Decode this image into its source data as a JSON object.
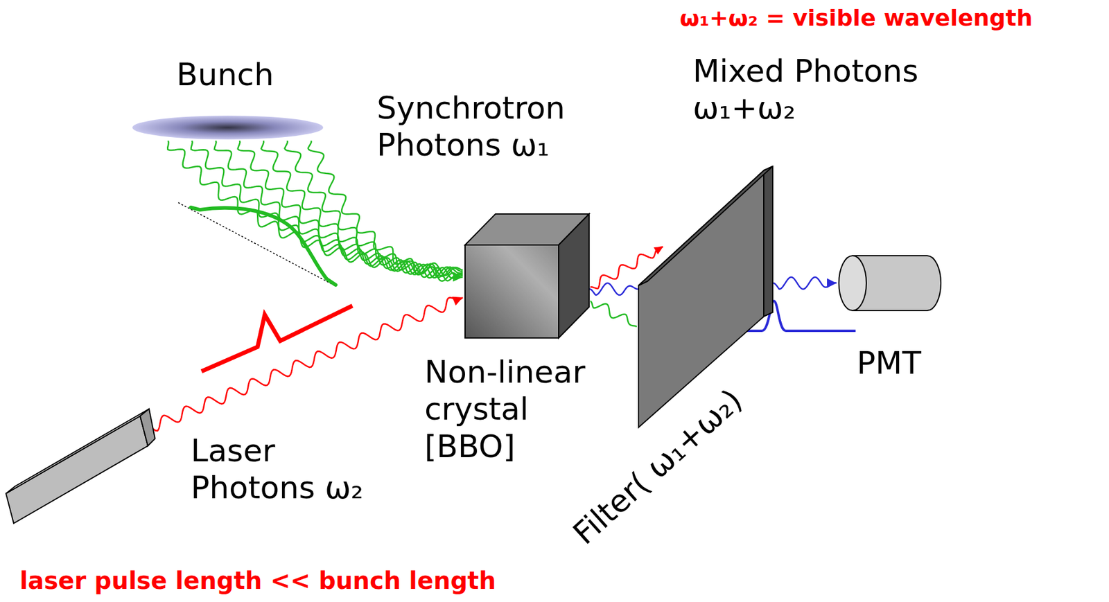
{
  "diagram": {
    "nodes": [
      {
        "text": [
          "Bunch"
        ]
      },
      {
        "text": [
          "Laser Photons ω₂"
        ]
      },
      {
        "text": [
          "Non-linear crystal [BBO]"
        ]
      },
      {
        "text": [
          "Filter( ω₁+ω₂)"
        ]
      },
      {
        "text": [
          "PMT"
        ]
      }
    ],
    "edges": [
      {
        "from": 0,
        "to": 2,
        "arrow": "to"
      },
      {
        "from": 1,
        "to": 2,
        "arrow": "to"
      },
      {
        "from": 2,
        "to": 3,
        "arrow": "none"
      },
      {
        "from": 3,
        "to": 4,
        "arrow": "to"
      }
    ],
    "labels": [
      "ω₁+ω₂ = visible wavelength",
      "Synchrotron Photons ω₁",
      "Mixed Photons ω₁+ω₂",
      "laser pulse length << bunch length"
    ]
  }
}
